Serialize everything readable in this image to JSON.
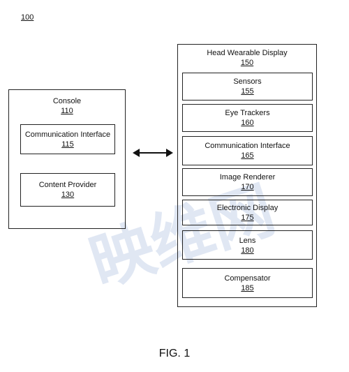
{
  "figure_ref": "100",
  "figure_caption": "FIG. 1",
  "watermark": {
    "text": "映维网",
    "color": "#c8d4ea"
  },
  "console": {
    "title": "Console",
    "ref": "110",
    "components": [
      {
        "label": "Communication Interface",
        "ref": "115"
      },
      {
        "label": "Content Provider",
        "ref": "130"
      }
    ]
  },
  "hwd": {
    "title": "Head Wearable Display",
    "ref": "150",
    "components": [
      {
        "label": "Sensors",
        "ref": "155"
      },
      {
        "label": "Eye Trackers",
        "ref": "160"
      },
      {
        "label": "Communication Interface",
        "ref": "165"
      },
      {
        "label": "Image Renderer",
        "ref": "170"
      },
      {
        "label": "Electronic Display",
        "ref": "175"
      },
      {
        "label": "Lens",
        "ref": "180"
      },
      {
        "label": "Compensator",
        "ref": "185"
      }
    ]
  }
}
